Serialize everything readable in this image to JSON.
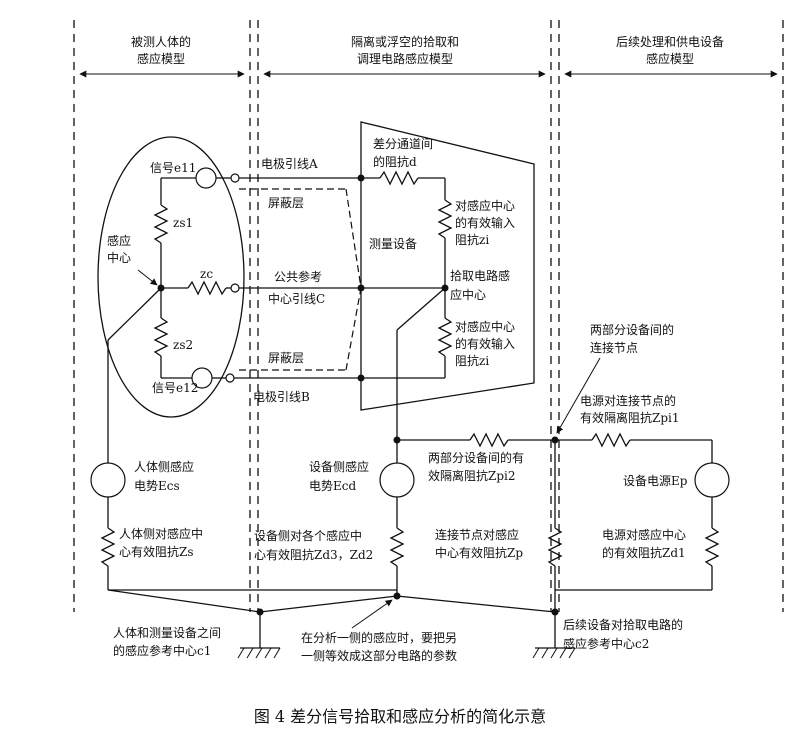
{
  "sections": {
    "left": [
      "被测人体的",
      "感应模型"
    ],
    "middle": [
      "隔离或浮空的拾取和",
      "调理电路感应模型"
    ],
    "right": [
      "后续处理和供电设备",
      "感应模型"
    ]
  },
  "labels": {
    "signal_e11": "信号e11",
    "signal_e12": "信号e12",
    "zs1": "zs1",
    "zs2": "zs2",
    "zc": "zc",
    "sense_center": [
      "感应",
      "中心"
    ],
    "lead_a": "电极引线A",
    "lead_b": "电极引线B",
    "common_ref": [
      "公共参考",
      "中心引线C"
    ],
    "shield_top": "屏蔽层",
    "shield_bottom": "屏蔽层",
    "diff_impedance": [
      "差分通道间",
      "的阻抗d"
    ],
    "measure_device": "测量设备",
    "zi_top": [
      "对感应中心",
      "的有效输入",
      "阻抗zi"
    ],
    "pickup_center": [
      "拾取电路感",
      "应中心"
    ],
    "zi_bottom": [
      "对感应中心",
      "的有效输入",
      "阻抗zi"
    ],
    "connect_node": [
      "两部分设备间的",
      "连接节点"
    ],
    "zpi1": [
      "电源对连接节点的",
      "有效隔离阻抗Zpi1"
    ],
    "zpi2": [
      "两部分设备间的有",
      "效隔离阻抗Zpi2"
    ],
    "ecs": [
      "人体侧感应",
      "电势Ecs"
    ],
    "ecd": [
      "设备侧感应",
      "电势Ecd"
    ],
    "ep": "设备电源Ep",
    "zs": [
      "人体侧对感应中",
      "心有效阻抗Zs"
    ],
    "zd": [
      "设备侧对各个感应中",
      "心有效阻抗Zd3，Zd2"
    ],
    "zp": [
      "连接节点对感应",
      "中心有效阻抗Zp"
    ],
    "zd1": [
      "电源对感应中心",
      "的有效阻抗Zd1"
    ],
    "c1": [
      "人体和测量设备之间",
      "的感应参考中心c1"
    ],
    "note": [
      "在分析一侧的感应时，要把另",
      "一侧等效成这部分电路的参数"
    ],
    "c2": [
      "后续设备对拾取电路的",
      "感应参考中心c2"
    ]
  },
  "caption": "图 4  差分信号拾取和感应分析的简化示意"
}
